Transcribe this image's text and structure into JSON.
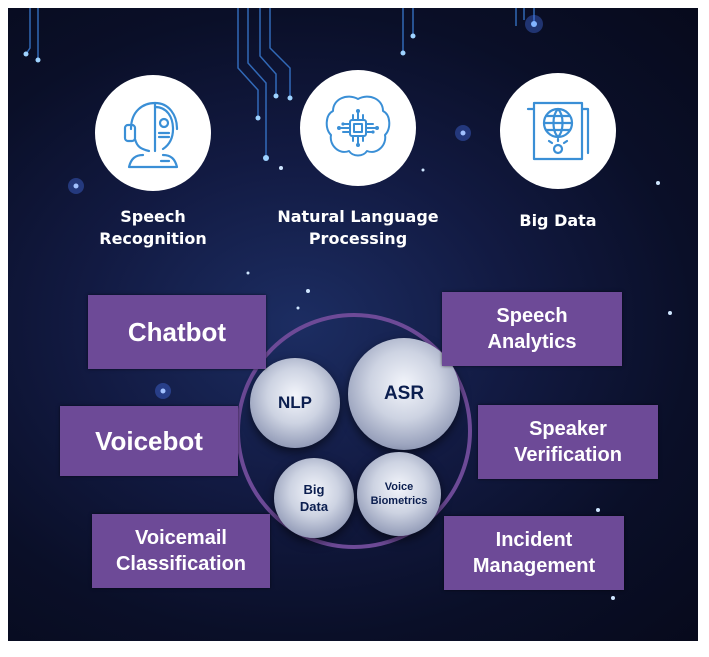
{
  "top_items": [
    {
      "label": "Speech\nRecognition",
      "icon": "headset-robot-icon"
    },
    {
      "label": "Natural Language\nProcessing",
      "icon": "brain-chip-icon"
    },
    {
      "label": "Big Data",
      "icon": "globe-document-icon"
    }
  ],
  "left_boxes": [
    "Chatbot",
    "Voicebot",
    "Voicemail\nClassification"
  ],
  "right_boxes": [
    "Speech\nAnalytics",
    "Speaker\nVerification",
    "Incident\nManagement"
  ],
  "spheres": [
    "NLP",
    "ASR",
    "Big\nData",
    "Voice\nBiometrics"
  ],
  "colors": {
    "background": "#0e1638",
    "box_fill": "#6d4a97",
    "ring": "#6d4a97",
    "icon_blue": "#3a8fd6",
    "sphere_text": "#0b1e4f"
  }
}
